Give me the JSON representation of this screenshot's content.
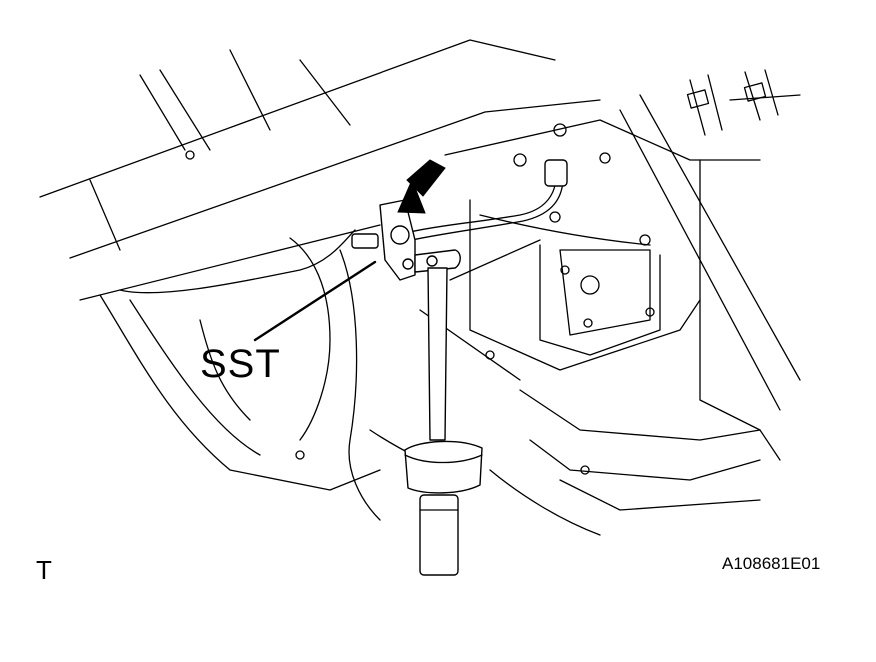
{
  "labels": {
    "tool": "SST",
    "view": "T",
    "figure_code": "A108681E01"
  },
  "colors": {
    "line": "#000000",
    "background": "#ffffff"
  }
}
